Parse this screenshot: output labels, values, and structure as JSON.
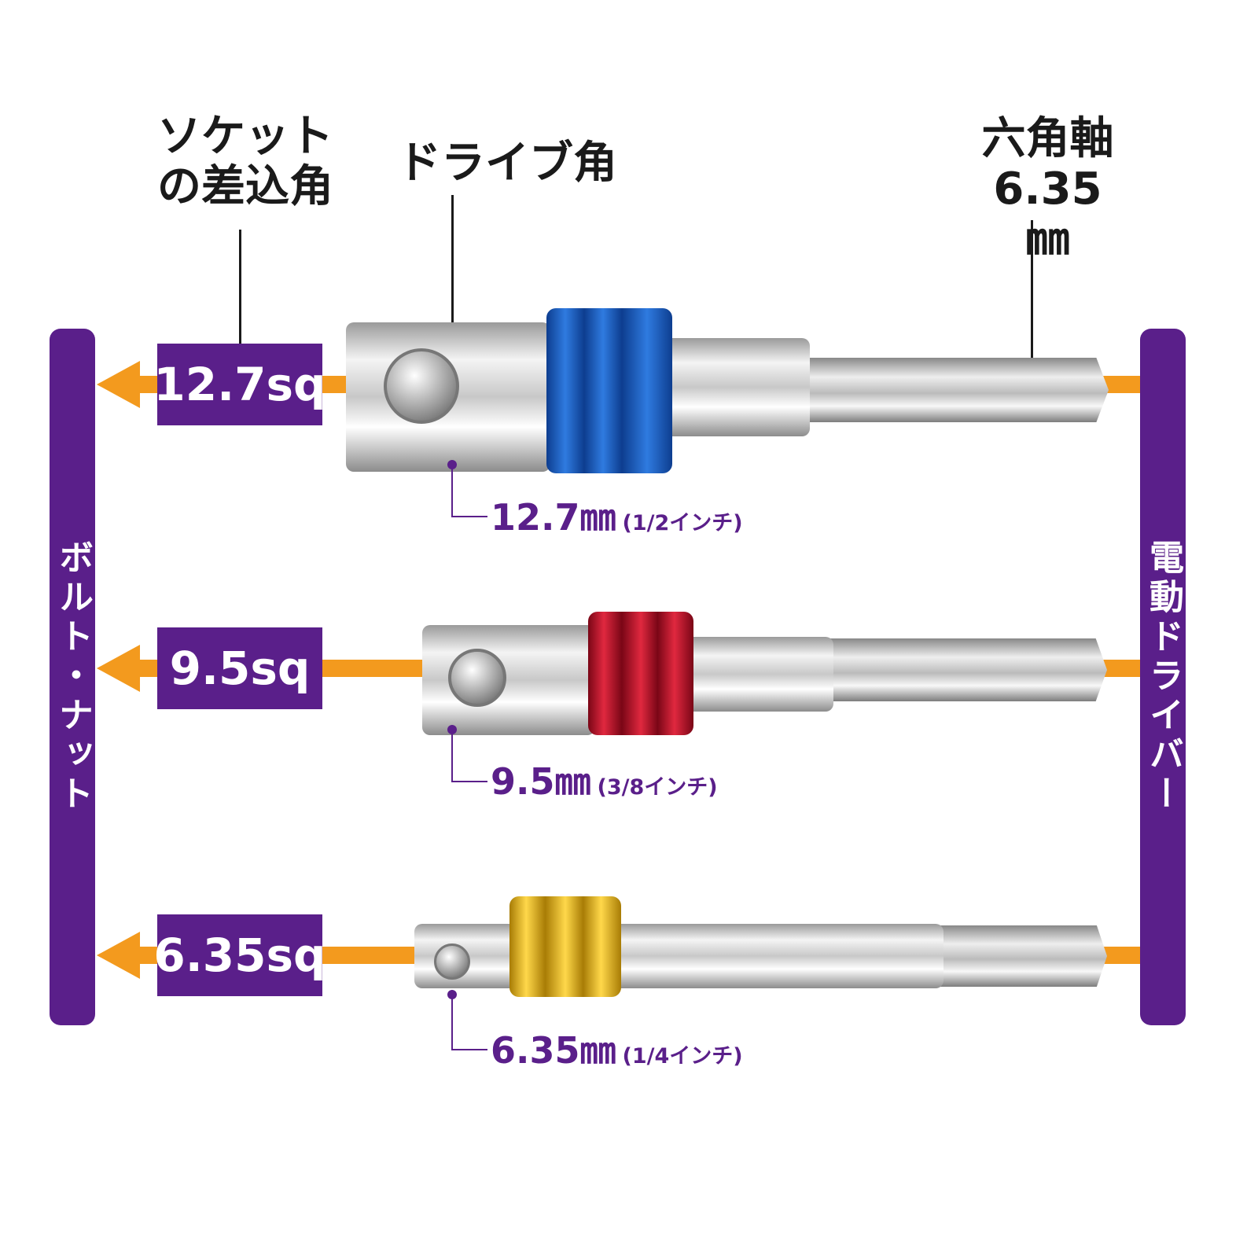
{
  "headers": {
    "socket_line1": "ソケット",
    "socket_line2": "の差込角",
    "drive": "ドライブ角",
    "hex_line1": "六角軸",
    "hex_line2": "6.35㎜"
  },
  "left_bar": "ボルト・ナット",
  "right_bar": "電動ドライバー",
  "rows": [
    {
      "sq": "12.7sq",
      "mm": "12.7㎜",
      "inch": "(1/2インチ)",
      "collar_color": "#1f5fc4"
    },
    {
      "sq": "9.5sq",
      "mm": "9.5㎜",
      "inch": "(3/8インチ)",
      "collar_color": "#c8102e"
    },
    {
      "sq": "6.35sq",
      "mm": "6.35㎜",
      "inch": "(1/4インチ)",
      "collar_color": "#e8b318"
    }
  ],
  "colors": {
    "purple": "#5a1f8a",
    "orange": "#f39a1e"
  }
}
